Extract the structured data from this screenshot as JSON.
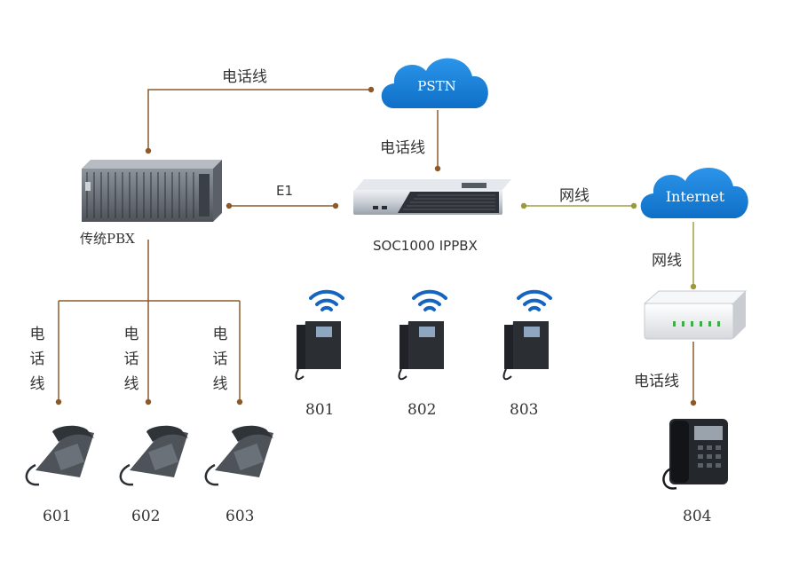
{
  "nodes": {
    "pstn": "PSTN",
    "internet": "Internet",
    "legacy_pbx": "传统PBX",
    "ippbx": "SOC1000  IPPBX"
  },
  "links": {
    "pbx_to_pstn": "电话线",
    "pstn_to_ippbx": "电话线",
    "pbx_to_ippbx": "E1",
    "ippbx_to_internet": "网线",
    "internet_to_gateway": "网线",
    "gateway_to_phone": "电话线",
    "pbx_to_phones": [
      "电",
      "话",
      "线"
    ]
  },
  "phones": {
    "analog": [
      "601",
      "602",
      "603"
    ],
    "ip": [
      "801",
      "802",
      "803"
    ],
    "gateway_phone": "804"
  },
  "colors": {
    "line_brown": "#8b5a2b",
    "line_olive": "#9a9a3a",
    "cloud_blue": "#1a7fd6",
    "wifi_blue": "#1565c0"
  }
}
